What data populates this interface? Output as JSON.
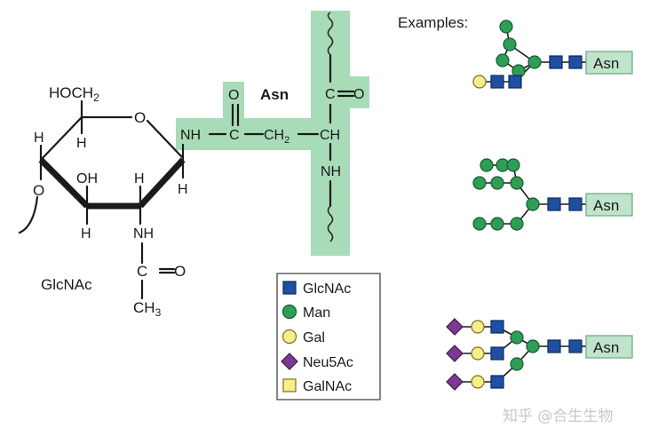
{
  "colors": {
    "highlight": "#a8dcb8",
    "glcnac": "#1f4fa3",
    "man": "#2e9e57",
    "gal": "#f7ee8a",
    "neu5ac": "#7a3a91",
    "galnac": "#f7ee8a",
    "asn_box": "#bfe4cb"
  },
  "glcnac_ring": {
    "hoch2": "HOCH",
    "hoch2_sub": "2",
    "ring_o": "O",
    "h_left": "H",
    "h_c4": "H",
    "oh": "OH",
    "h_c2_top": "H",
    "h_c1": "H",
    "h_c3": "H",
    "nh": "NH",
    "o_glyco": "O",
    "acetyl_c": "C",
    "acetyl_o": "O",
    "ch3": "CH",
    "ch3_sub": "3",
    "name": "GlcNAc"
  },
  "asn_residue": {
    "name": "Asn",
    "nh": "NH",
    "c_amide": "C",
    "o_amide": "O",
    "ch2": "CH",
    "ch2_sub": "2",
    "ch": "CH",
    "c_backbone": "C",
    "o_backbone": "O",
    "nh_backbone": "NH"
  },
  "examples": {
    "title": "Examples:",
    "asn_label": "Asn"
  },
  "legend": {
    "items": [
      {
        "label": "GlcNAc",
        "icon": "blue-square-icon"
      },
      {
        "label": "Man",
        "icon": "green-circle-icon"
      },
      {
        "label": "Gal",
        "icon": "yellow-circle-icon"
      },
      {
        "label": "Neu5Ac",
        "icon": "purple-diamond-icon"
      },
      {
        "label": "GalNAc",
        "icon": "yellow-square-icon"
      }
    ]
  },
  "watermark": "知乎 @合生生物"
}
